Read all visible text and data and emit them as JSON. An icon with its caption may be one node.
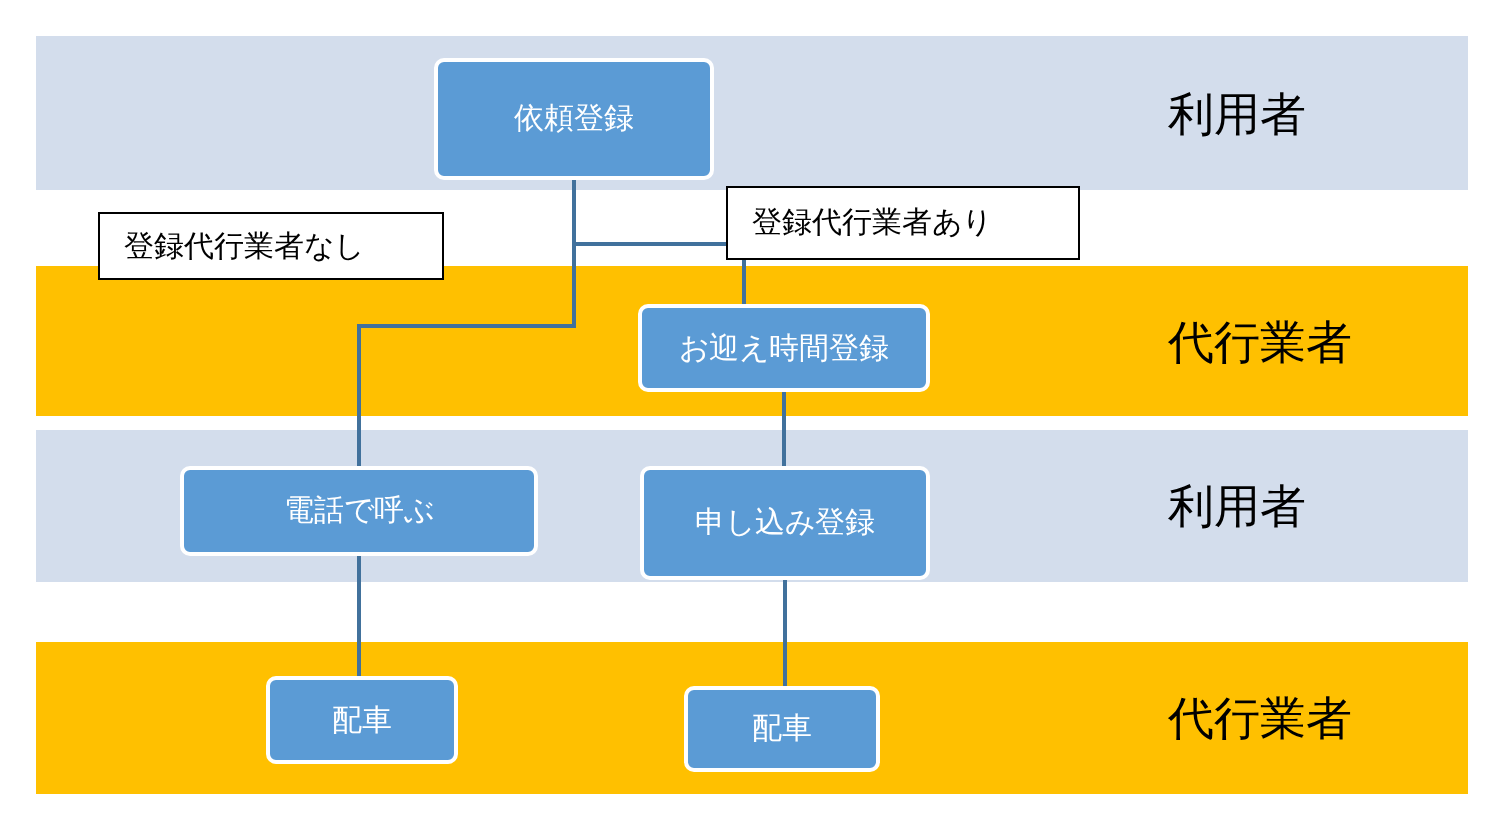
{
  "diagram": {
    "nodes": [
      {
        "text": [
          "利用者"
        ]
      },
      {
        "text": [
          "依頼登録"
        ],
        "in": 0
      },
      {
        "text": [
          "代行業者"
        ]
      },
      {
        "text": [
          "お迎え時間登録"
        ],
        "in": 2
      },
      {
        "text": [
          "利用者"
        ]
      },
      {
        "text": [
          "電話で呼ぶ"
        ],
        "in": 4
      },
      {
        "text": [
          "申し込み登録"
        ],
        "in": 4
      },
      {
        "text": [
          "代行業者"
        ]
      },
      {
        "text": [
          "配車"
        ],
        "in": 7
      },
      {
        "text": [
          "配車"
        ],
        "in": 7
      }
    ],
    "edges": [
      {
        "from": 1,
        "to": 5,
        "arrow": "none",
        "label": "登録代行業者なし"
      },
      {
        "from": 1,
        "to": 3,
        "arrow": "none",
        "label": "登録代行業者あり"
      },
      {
        "from": 3,
        "to": 6,
        "arrow": "none"
      },
      {
        "from": 5,
        "to": 8,
        "arrow": "none"
      },
      {
        "from": 6,
        "to": 9,
        "arrow": "none"
      }
    ]
  }
}
